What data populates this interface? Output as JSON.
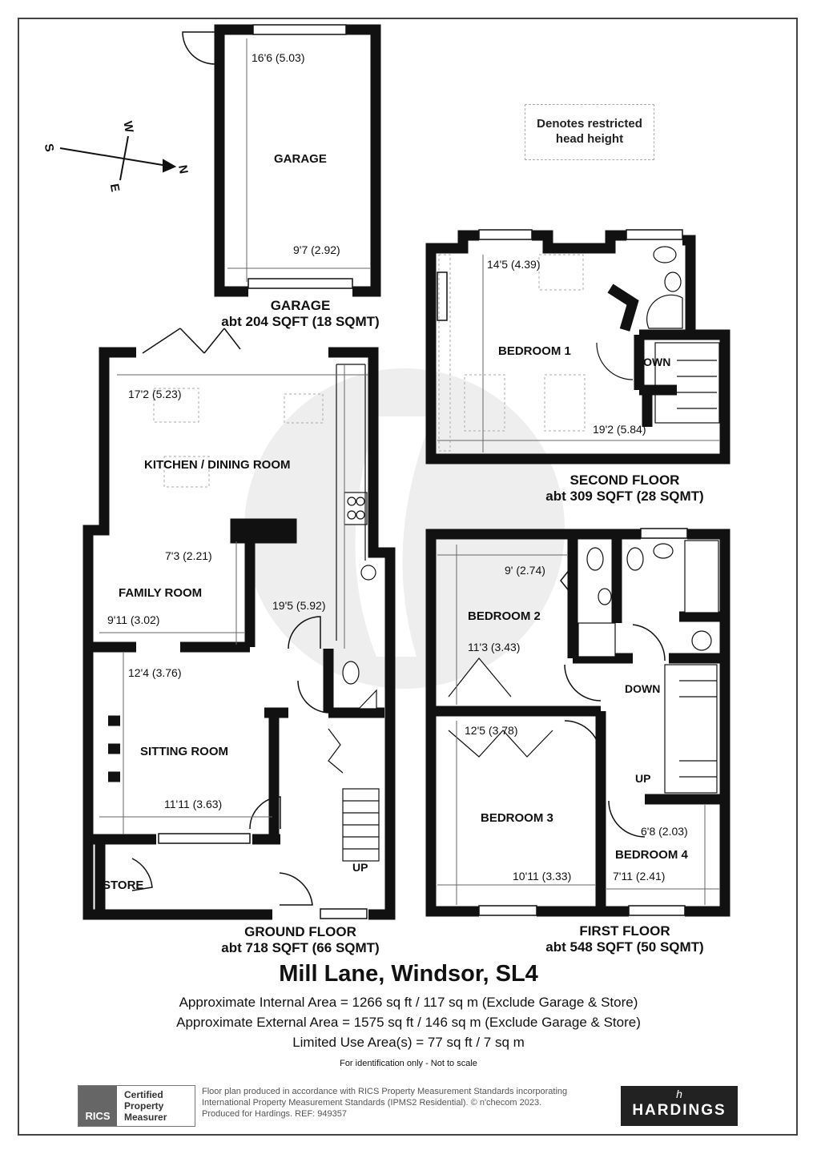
{
  "compass": {
    "n": "N",
    "s": "S",
    "e": "E",
    "w": "W"
  },
  "legend": {
    "restricted_line1": "Denotes restricted",
    "restricted_line2": "head height"
  },
  "garage": {
    "room": "GARAGE",
    "dim_length": "16'6 (5.03)",
    "dim_width": "9'7 (2.92)",
    "floor_name": "GARAGE",
    "floor_area": "abt 204 SQFT (18 SQMT)"
  },
  "ground": {
    "kitchen": "KITCHEN / DINING ROOM",
    "kitchen_width": "17'2 (5.23)",
    "kitchen_length": "19'5 (5.92)",
    "family": "FAMILY ROOM",
    "family_depth": "7'3 (2.21)",
    "family_width": "9'11 (3.02)",
    "sitting": "SITTING ROOM",
    "sitting_length": "12'4 (3.76)",
    "sitting_width": "11'11 (3.63)",
    "store": "STORE",
    "up": "UP",
    "floor_name": "GROUND FLOOR",
    "floor_area": "abt 718 SQFT (66 SQMT)"
  },
  "second": {
    "bedroom1": "BEDROOM 1",
    "bed1_depth": "14'5 (4.39)",
    "bed1_width": "19'2 (5.84)",
    "down": "DOWN",
    "floor_name": "SECOND FLOOR",
    "floor_area": "abt 309 SQFT (28 SQMT)"
  },
  "first": {
    "bedroom2": "BEDROOM 2",
    "bed2_width": "9' (2.74)",
    "bed2_length": "11'3 (3.43)",
    "bedroom3": "BEDROOM 3",
    "bed3_length": "12'5 (3.78)",
    "bed3_width": "10'11 (3.33)",
    "bedroom4": "BEDROOM 4",
    "bed4_length": "6'8 (2.03)",
    "bed4_width": "7'11 (2.41)",
    "down": "DOWN",
    "up": "UP",
    "floor_name": "FIRST FLOOR",
    "floor_area": "abt 548 SQFT (50 SQMT)"
  },
  "address": "Mill Lane, Windsor, SL4",
  "areas": {
    "internal": "Approximate Internal Area = 1266 sq ft / 117 sq m (Exclude Garage & Store)",
    "external": "Approximate External Area = 1575 sq ft / 146 sq m (Exclude Garage & Store)",
    "limited": "Limited Use Area(s) = 77 sq ft / 7 sq m"
  },
  "footnote": "For identification only - Not to scale",
  "rics": {
    "logo": "RICS",
    "line1": "Certified",
    "line2": "Property",
    "line3": "Measurer"
  },
  "produced": {
    "line1": "Floor plan produced in accordance with RICS Property Measurement Standards incorporating",
    "line2": "International Property Measurement Standards (IPMS2 Residential).  © n'checom 2023.",
    "line3": "Produced for Hardings.   REF:  949357"
  },
  "brand": {
    "mark": "h",
    "name": "HARDINGS"
  },
  "colors": {
    "wall": "#111111",
    "dimension": "#555555",
    "watermark": "#ececec"
  }
}
